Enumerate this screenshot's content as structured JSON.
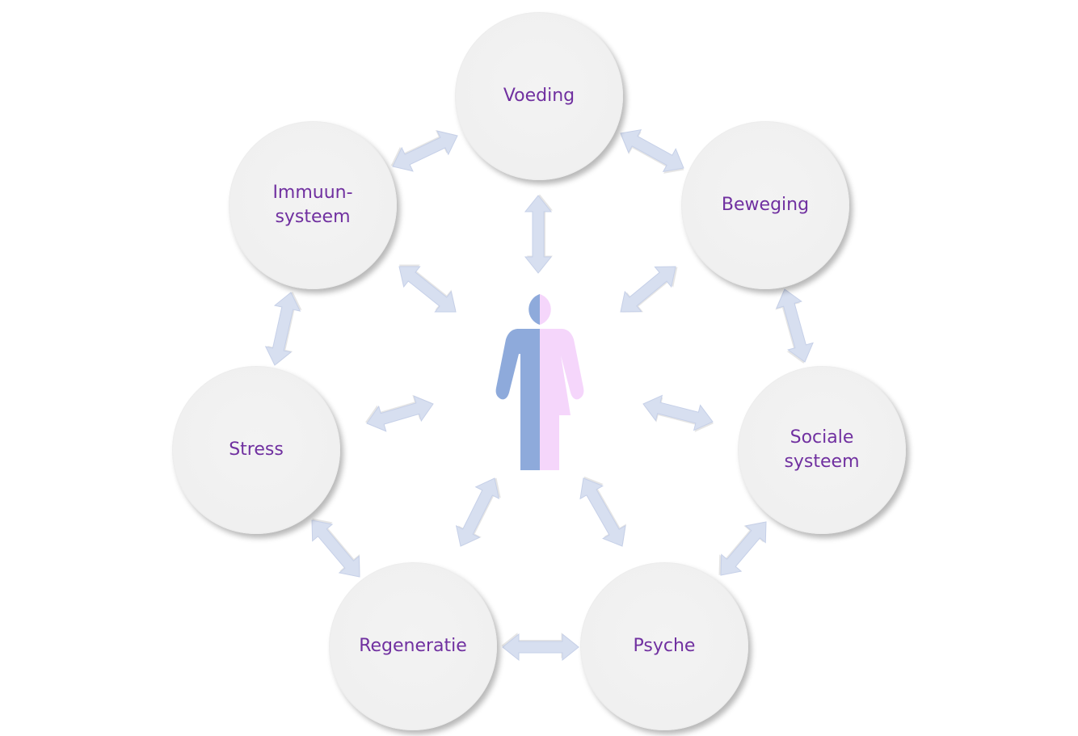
{
  "diagram": {
    "colors": {
      "label": "#7030a0",
      "circle_fill": "#f0f0f0",
      "arrow_fill": "#d7dff0",
      "arrow_stroke": "#c6d0e8",
      "person_left": "#8eaadb",
      "person_right": "#f5d6fb"
    },
    "nodes": [
      {
        "id": "voeding",
        "label": "Voeding"
      },
      {
        "id": "beweging",
        "label": "Beweging"
      },
      {
        "id": "sociale-systeem",
        "label": "Sociale\nsysteem"
      },
      {
        "id": "psyche",
        "label": "Psyche"
      },
      {
        "id": "regeneratie",
        "label": "Regeneratie"
      },
      {
        "id": "stress",
        "label": "Stress"
      },
      {
        "id": "immuun-systeem",
        "label": "Immuun-\nsysteem"
      }
    ],
    "center_icon": "person-male-female-icon"
  }
}
